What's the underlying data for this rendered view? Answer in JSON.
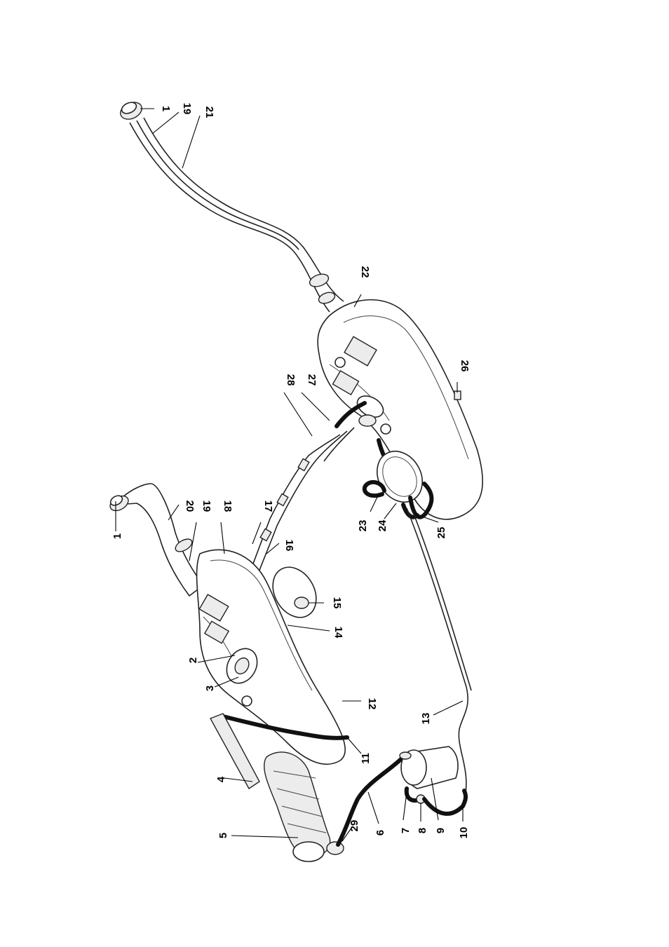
{
  "callouts": [
    {
      "id": "c1a",
      "text": "1"
    },
    {
      "id": "c19a",
      "text": "19"
    },
    {
      "id": "c21",
      "text": "21"
    },
    {
      "id": "c22",
      "text": "22"
    },
    {
      "id": "c26",
      "text": "26"
    },
    {
      "id": "c28",
      "text": "28"
    },
    {
      "id": "c27",
      "text": "27"
    },
    {
      "id": "c23",
      "text": "23"
    },
    {
      "id": "c24",
      "text": "24"
    },
    {
      "id": "c25",
      "text": "25"
    },
    {
      "id": "c1b",
      "text": "1"
    },
    {
      "id": "c20",
      "text": "20"
    },
    {
      "id": "c19b",
      "text": "19"
    },
    {
      "id": "c18",
      "text": "18"
    },
    {
      "id": "c17",
      "text": "17"
    },
    {
      "id": "c16",
      "text": "16"
    },
    {
      "id": "c15",
      "text": "15"
    },
    {
      "id": "c14",
      "text": "14"
    },
    {
      "id": "c2",
      "text": "2"
    },
    {
      "id": "c3",
      "text": "3"
    },
    {
      "id": "c12",
      "text": "12"
    },
    {
      "id": "c13",
      "text": "13"
    },
    {
      "id": "c4",
      "text": "4"
    },
    {
      "id": "c11",
      "text": "11"
    },
    {
      "id": "c5",
      "text": "5"
    },
    {
      "id": "c29",
      "text": "29"
    },
    {
      "id": "c6",
      "text": "6"
    },
    {
      "id": "c7",
      "text": "7"
    },
    {
      "id": "c8",
      "text": "8"
    },
    {
      "id": "c9",
      "text": "9"
    },
    {
      "id": "c10",
      "text": "10"
    }
  ]
}
